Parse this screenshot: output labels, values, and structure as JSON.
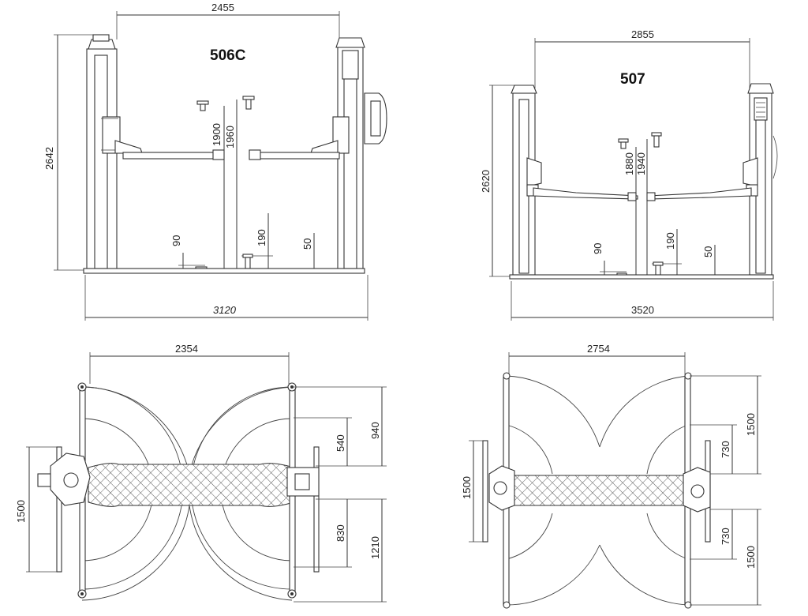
{
  "models": {
    "left": "506C",
    "right": "507"
  },
  "dims_506c_front": {
    "between_columns": "2455",
    "overall_width": "3120",
    "height": "2642",
    "lift_height_a": "1900",
    "lift_height_b": "1960",
    "pad_low_a": "90",
    "pad_low_b": "190",
    "floor_plate": "50"
  },
  "dims_507_front": {
    "between_columns": "2855",
    "overall_width": "3520",
    "height": "2620",
    "lift_height_a": "1880",
    "lift_height_b": "1940",
    "pad_low_a": "90",
    "pad_low_b": "190",
    "floor_plate": "50"
  },
  "dims_506c_top": {
    "between_columns": "2354",
    "depth": "1500",
    "arm_short_front": "540",
    "arm_long_front": "940",
    "arm_short_rear": "830",
    "arm_long_rear": "1210"
  },
  "dims_507_top": {
    "between_columns": "2754",
    "depth": "1500",
    "arm_front": "730",
    "arm_front_total": "1500",
    "arm_rear": "730",
    "arm_rear_total": "1500"
  }
}
